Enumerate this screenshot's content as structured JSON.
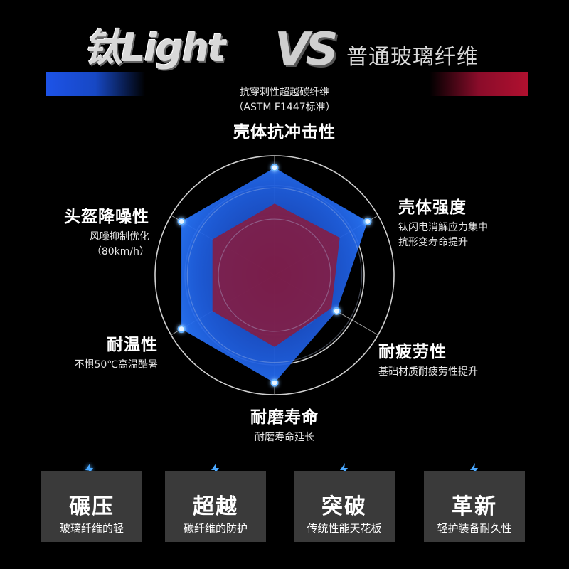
{
  "header": {
    "brand": "钛Light",
    "vs": "VS",
    "competitor": "普通玻璃纤维"
  },
  "colors": {
    "product": "#1e6cf0",
    "competitor": "#8b1a3c",
    "card_bg": "#3a3a3a"
  },
  "labels": {
    "top": {
      "title": "壳体抗冲击性",
      "sub1": "抗穿刺性超越碳纤维",
      "sub2": "（ASTM F1447标准）"
    },
    "upper_right": {
      "title": "壳体强度",
      "sub1": "钛闪电消解应力集中",
      "sub2": "抗形变寿命提升"
    },
    "lower_right": {
      "title": "耐疲劳性",
      "sub1": "基础材质耐疲劳性提升"
    },
    "bottom": {
      "title": "耐磨寿命",
      "sub1": "耐磨寿命延长"
    },
    "lower_left": {
      "title": "耐温性",
      "sub1": "不惧50℃高温酷暑"
    },
    "upper_left": {
      "title": "头盔降噪性",
      "sub1": "风噪抑制优化",
      "sub2": "（80km/h）"
    }
  },
  "chart_data": {
    "type": "radar",
    "axes": [
      "壳体抗冲击性",
      "壳体强度",
      "耐疲劳性",
      "耐磨寿命",
      "耐温性",
      "头盔降噪性"
    ],
    "rings": 3,
    "ylim": [
      0,
      1
    ],
    "series": [
      {
        "color": "#1e6cf0",
        "values": [
          0.9,
          0.9,
          0.6,
          0.9,
          0.9,
          0.9
        ]
      },
      {
        "color": "#8b1a3c",
        "values": [
          0.6,
          0.63,
          0.55,
          0.6,
          0.6,
          0.6
        ]
      }
    ]
  },
  "cards": [
    {
      "title": "碾压",
      "desc": "玻璃纤维的轻"
    },
    {
      "title": "超越",
      "desc": "碳纤维的防护"
    },
    {
      "title": "突破",
      "desc": "传统性能天花板"
    },
    {
      "title": "革新",
      "desc": "轻护装备耐久性"
    }
  ]
}
